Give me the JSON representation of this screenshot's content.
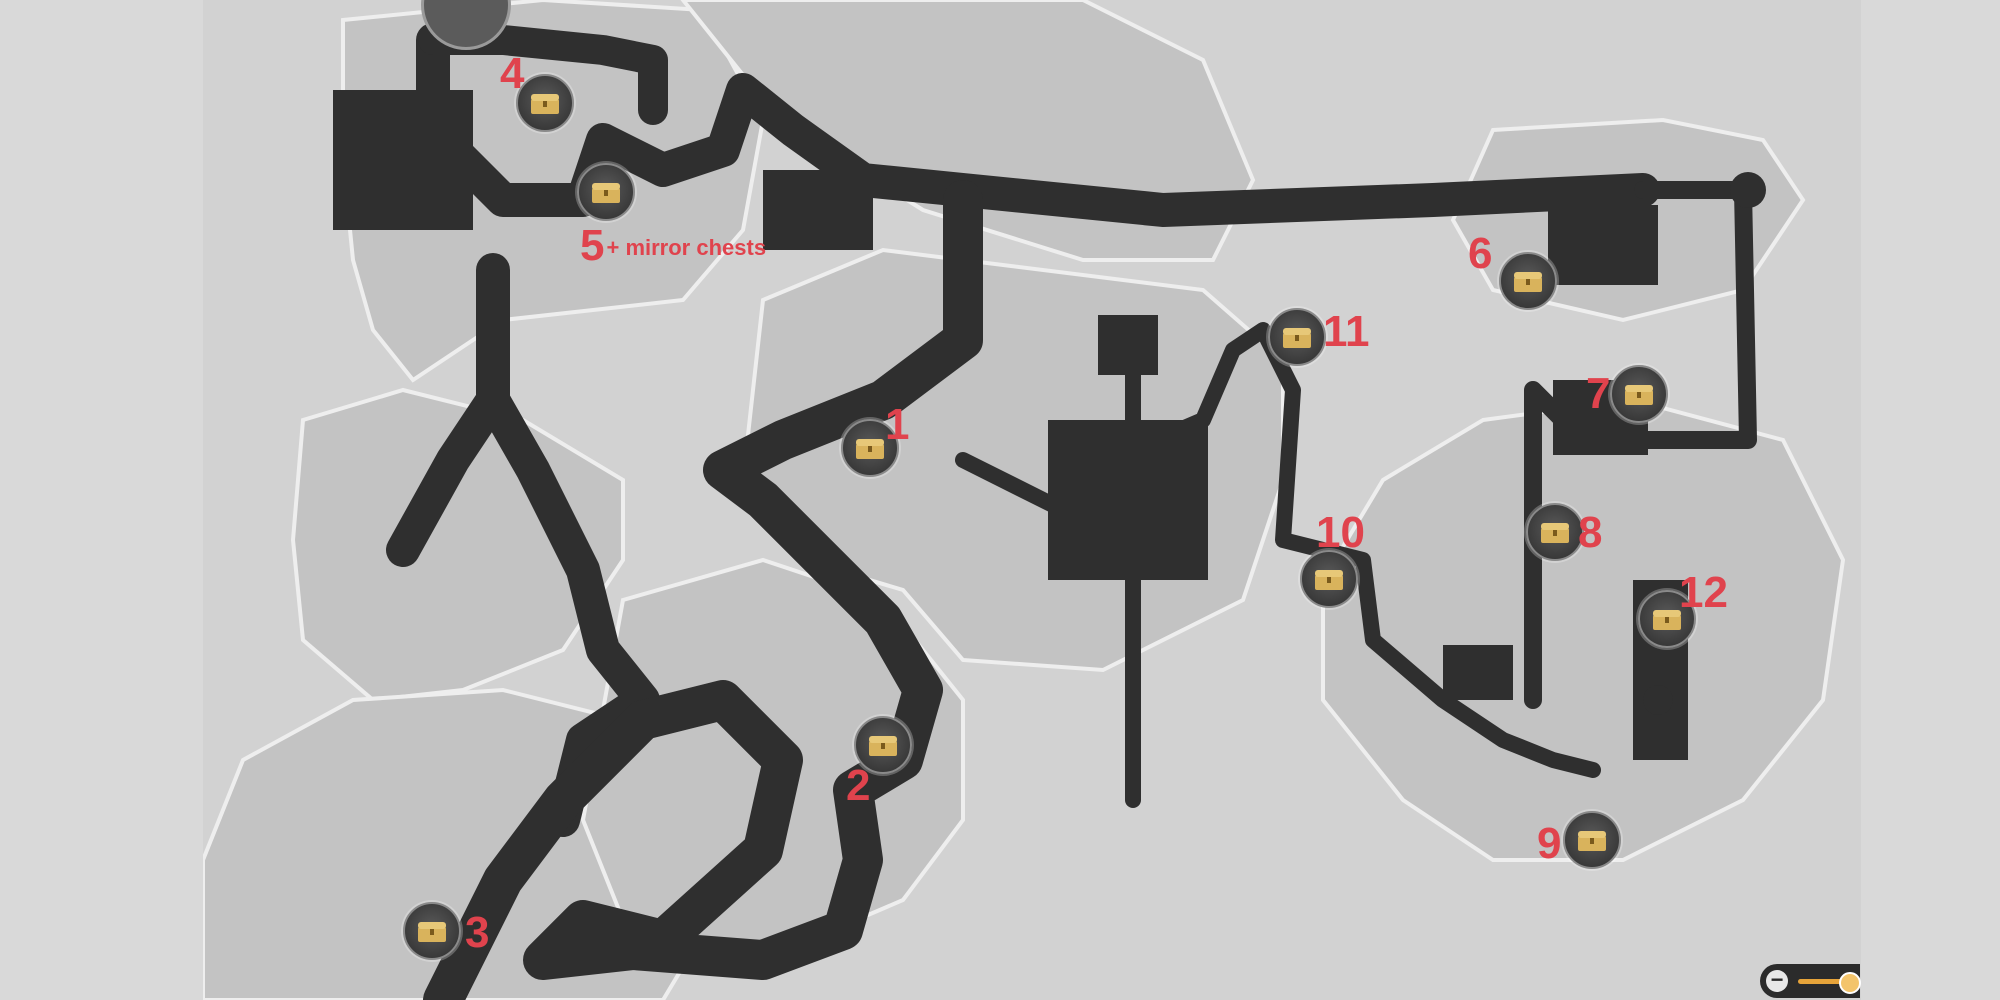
{
  "map": {
    "markers": [
      {
        "number": "1",
        "icon": "treasure-chest-icon"
      },
      {
        "number": "2",
        "icon": "treasure-chest-icon"
      },
      {
        "number": "3",
        "icon": "treasure-chest-icon"
      },
      {
        "number": "4",
        "icon": "treasure-chest-icon"
      },
      {
        "number": "5",
        "note": "+ mirror chests",
        "icon": "treasure-chest-icon"
      },
      {
        "number": "6",
        "icon": "treasure-chest-icon"
      },
      {
        "number": "7",
        "icon": "treasure-chest-icon"
      },
      {
        "number": "8",
        "icon": "treasure-chest-icon"
      },
      {
        "number": "9",
        "icon": "treasure-chest-icon"
      },
      {
        "number": "10",
        "icon": "treasure-chest-icon"
      },
      {
        "number": "11",
        "icon": "treasure-chest-icon"
      },
      {
        "number": "12",
        "icon": "treasure-chest-icon"
      }
    ],
    "colors": {
      "label": "#e0434d",
      "path": "#2f2f2f",
      "terrain": "#c4c4c4",
      "chest": "#d9b35c"
    }
  },
  "controls": {
    "compass_icon": "compass-icon",
    "zoom_out_label": "−",
    "zoom_icon": "zoom-slider-icon"
  }
}
